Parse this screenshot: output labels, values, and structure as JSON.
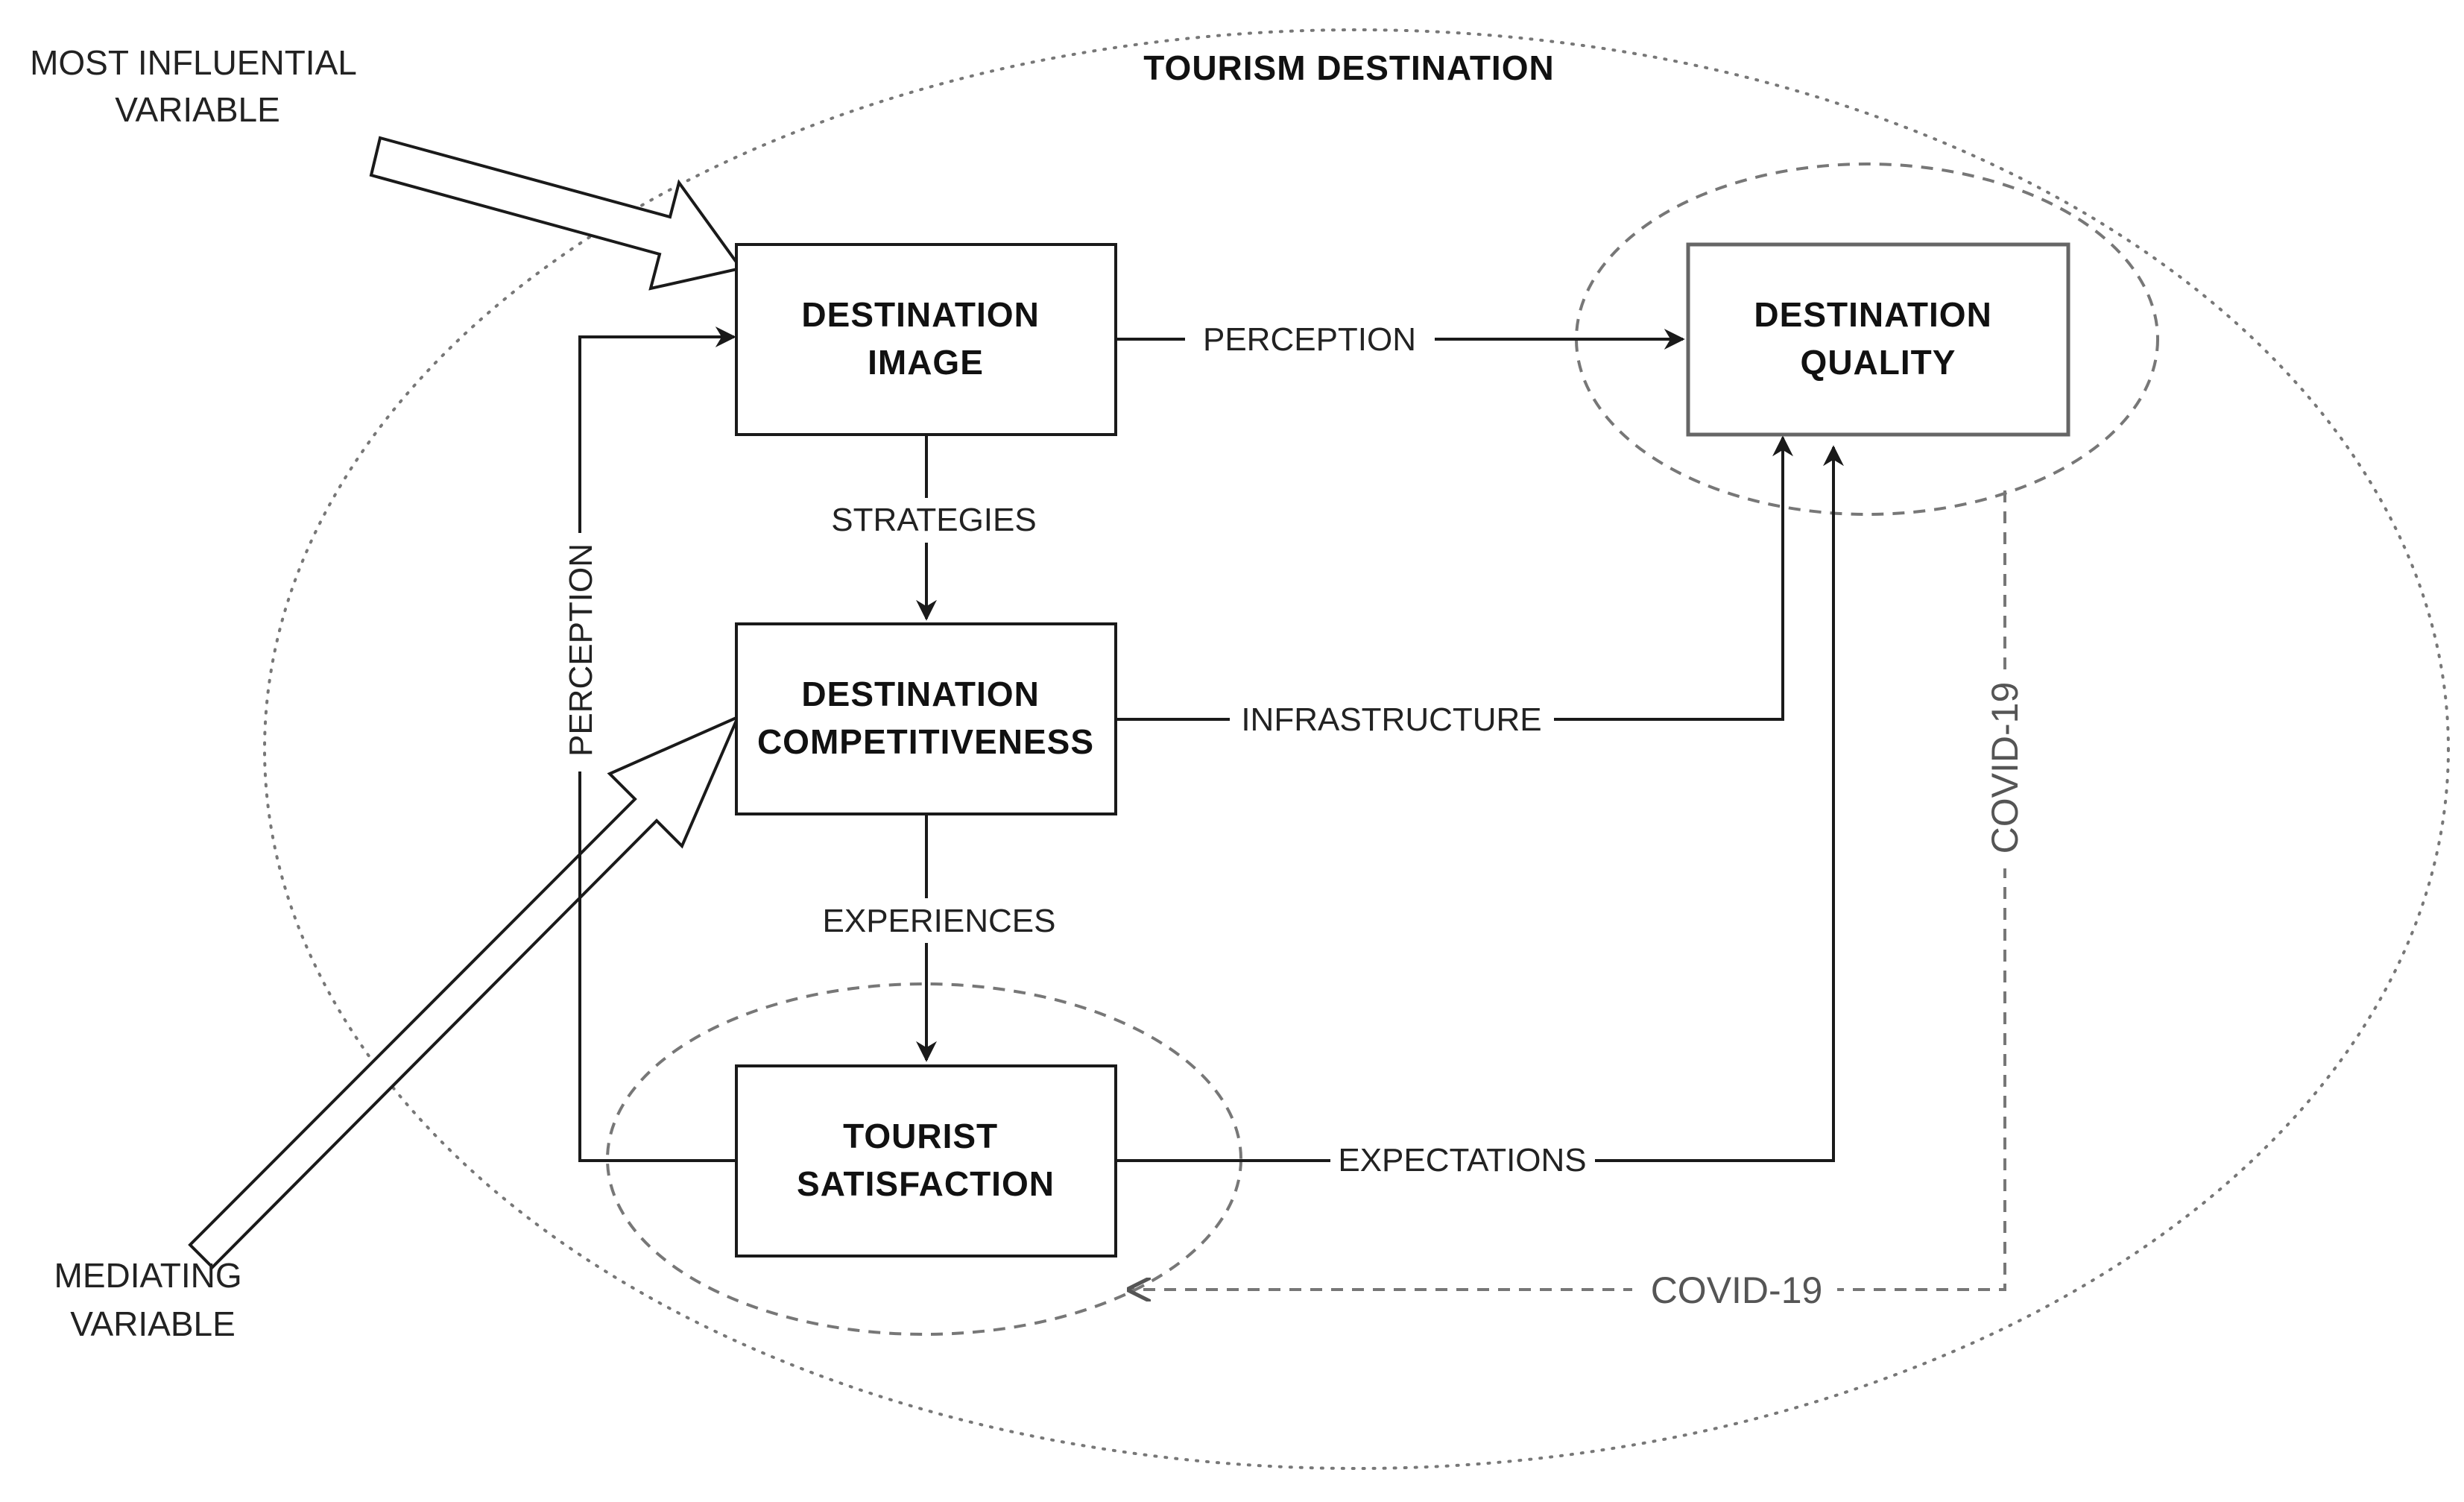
{
  "region": {
    "title": "TOURISM DESTINATION"
  },
  "annotations": {
    "most_influential": [
      "MOST INFLUENTIAL",
      "VARIABLE"
    ],
    "mediating": [
      "MEDIATING",
      "VARIABLE"
    ]
  },
  "nodes": {
    "image": [
      "DESTINATION",
      "IMAGE"
    ],
    "quality": [
      "DESTINATION",
      "QUALITY"
    ],
    "competitiveness": [
      "DESTINATION",
      "COMPETITIVENESS"
    ],
    "satisfaction": [
      "TOURIST",
      "SATISFACTION"
    ]
  },
  "edges": {
    "image_to_quality": "PERCEPTION",
    "image_to_competitiveness": "STRATEGIES",
    "competitiveness_to_quality": "INFRASTRUCTURE",
    "competitiveness_to_satisfaction": "EXPERIENCES",
    "satisfaction_to_quality": "EXPECTATIONS",
    "satisfaction_to_image": "PERCEPTION",
    "covid_vertical": "COVID-19",
    "covid_horizontal": "COVID-19"
  },
  "colors": {
    "line": "#1a1a1a",
    "dashed": "#777777",
    "box_border": "#1a1a1a",
    "quality_border": "#666666"
  }
}
